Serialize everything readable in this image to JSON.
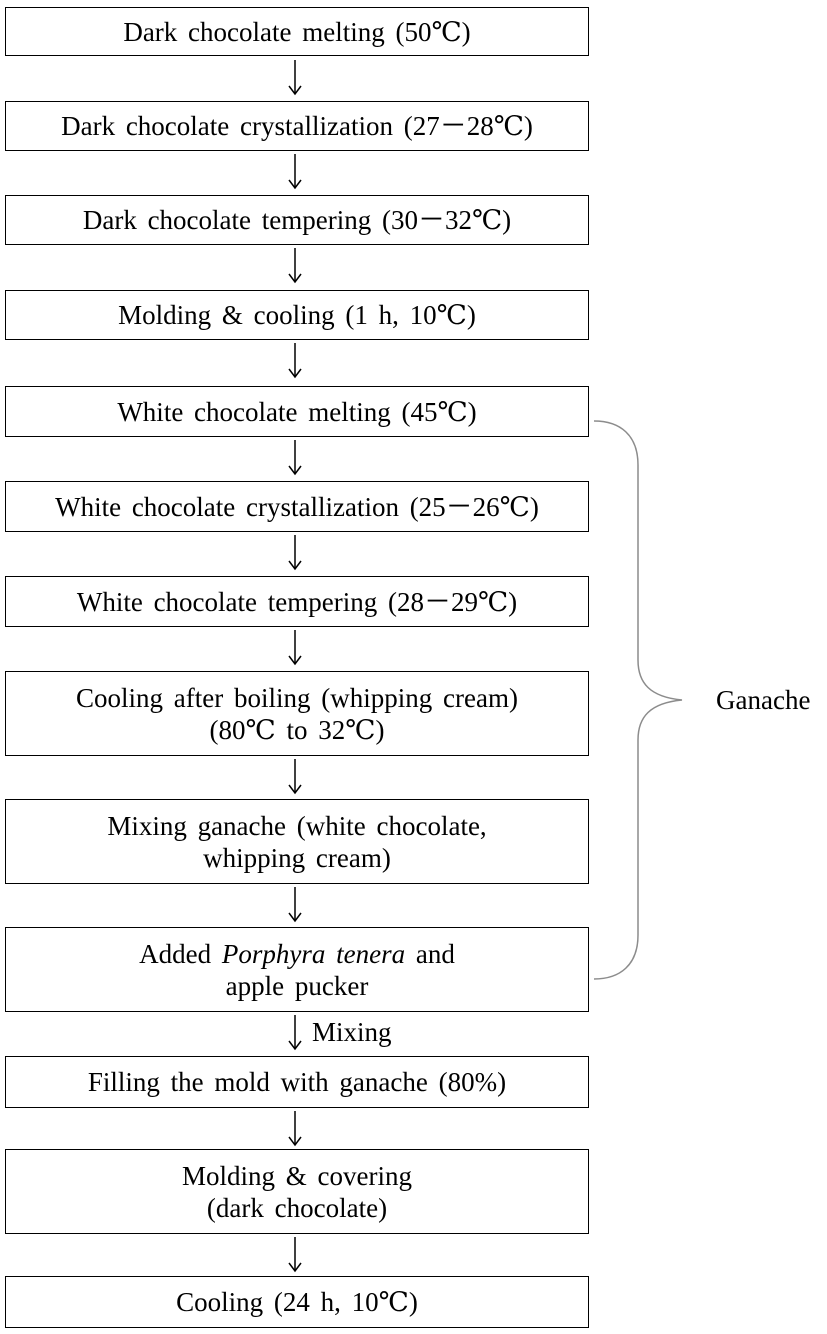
{
  "steps": [
    {
      "lines": [
        "Dark chocolate melting (50℃)"
      ]
    },
    {
      "lines": [
        "Dark chocolate crystallization (27－28℃)"
      ]
    },
    {
      "lines": [
        "Dark chocolate tempering (30－32℃)"
      ]
    },
    {
      "lines": [
        "Molding & cooling (1 h, 10℃)"
      ]
    },
    {
      "lines": [
        "White chocolate melting (45℃)"
      ]
    },
    {
      "lines": [
        "White chocolate crystallization (25－26℃)"
      ]
    },
    {
      "lines": [
        "White chocolate tempering (28－29℃)"
      ]
    },
    {
      "lines": [
        "Cooling after boiling (whipping cream)",
        "(80℃ to 32℃)"
      ]
    },
    {
      "lines": [
        "Mixing ganache (white chocolate,",
        "whipping cream)"
      ]
    },
    {
      "lines": [
        "Added Porphyra tenera and",
        "apple pucker"
      ],
      "italic": "Porphyra tenera"
    },
    {
      "lines": [
        "Filling the mold with ganache (80%)"
      ]
    },
    {
      "lines": [
        "Molding & covering",
        "(dark chocolate)"
      ]
    },
    {
      "lines": [
        "Cooling (24 h, 10℃)"
      ]
    }
  ],
  "arrow_labels": {
    "mixing": "Mixing"
  },
  "group": {
    "label": "Ganache"
  }
}
